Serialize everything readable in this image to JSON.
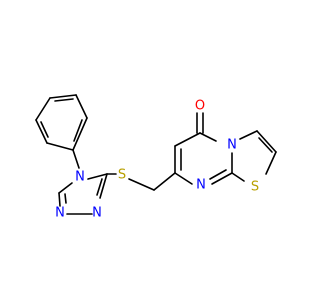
{
  "atoms": {
    "oxygen": {
      "symbol": "O",
      "color": "#ff0000"
    },
    "n_ring_fusion": {
      "symbol": "N",
      "color": "#0000ff"
    },
    "n_pyrimidine": {
      "symbol": "N",
      "color": "#0000ff"
    },
    "s_thiazole": {
      "symbol": "S",
      "color": "#b8a000"
    },
    "s_thioether": {
      "symbol": "S",
      "color": "#b8a000"
    },
    "n_triazole_4": {
      "symbol": "N",
      "color": "#0000ff"
    },
    "n_triazole_2": {
      "symbol": "N",
      "color": "#0000ff"
    },
    "n_triazole_1": {
      "symbol": "N",
      "color": "#0000ff"
    }
  },
  "colors": {
    "bond": "#000000",
    "background": "#ffffff"
  }
}
